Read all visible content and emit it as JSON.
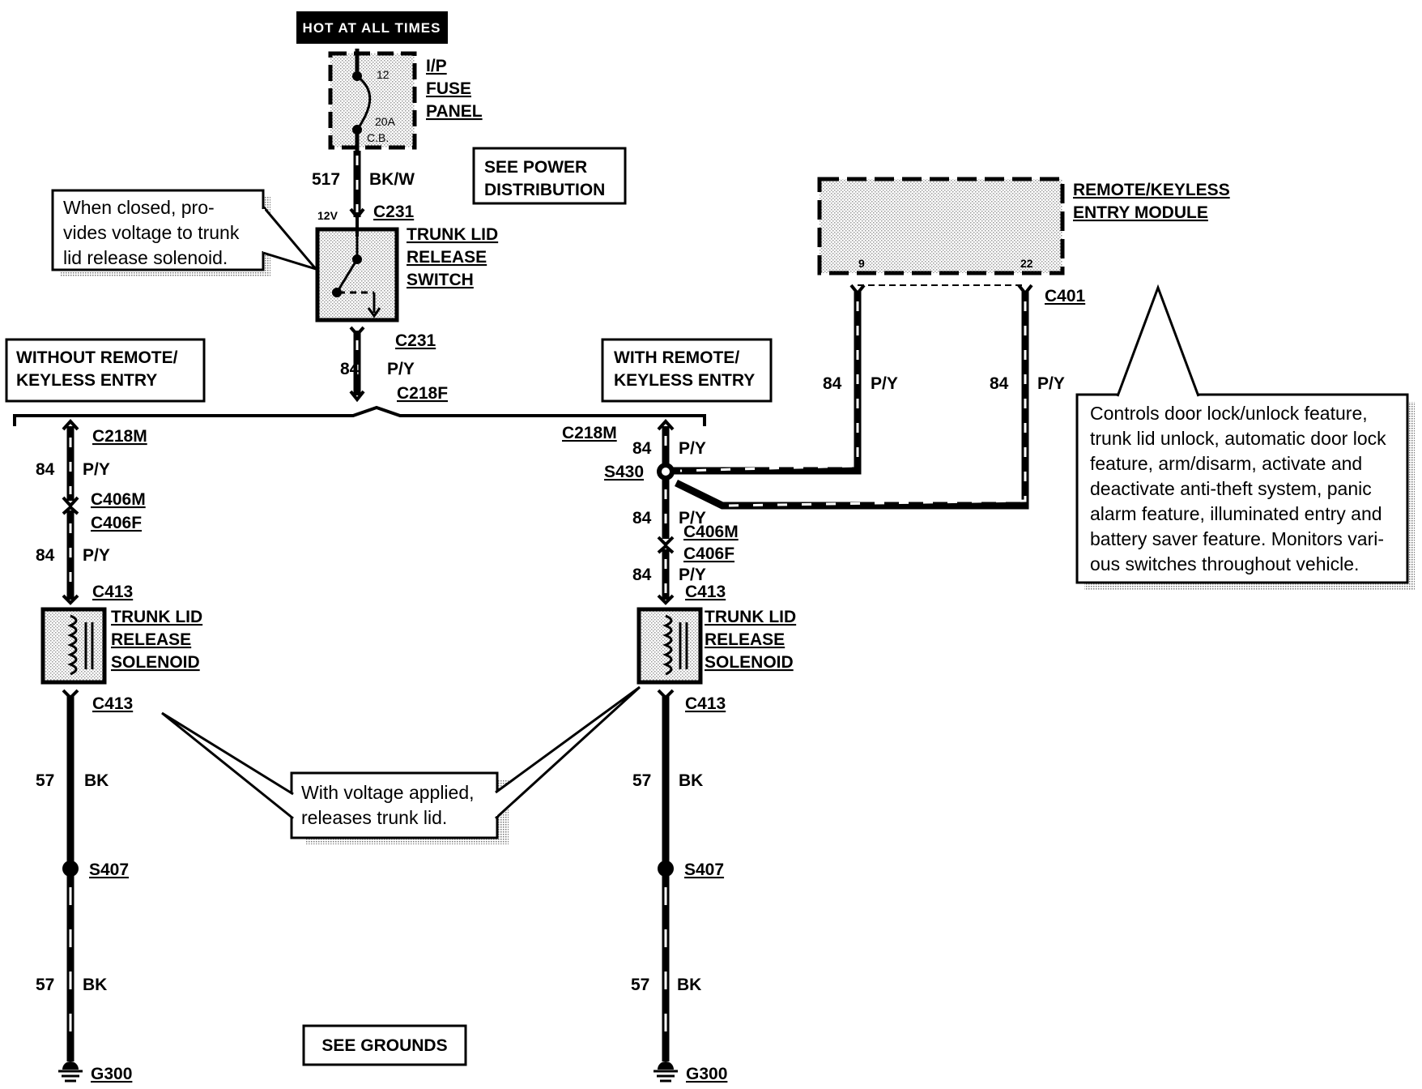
{
  "header": {
    "hot_at_all_times": "HOT AT ALL TIMES"
  },
  "fuse_panel": {
    "line1": "I/P",
    "line2": "FUSE",
    "line3": "PANEL",
    "fuse_number": "12",
    "rating": "20A",
    "type": "C.B."
  },
  "wire_517": {
    "circuit": "517",
    "color": "BK/W"
  },
  "see_power": {
    "line1": "SEE POWER",
    "line2": "DISTRIBUTION"
  },
  "notes": {
    "switch_note": [
      "When  closed,  pro-",
      "vides voltage to trunk",
      "lid release solenoid."
    ],
    "module_note": [
      "Controls door lock/unlock feature,",
      "trunk lid unlock, automatic door lock",
      "feature,  arm/disarm,  activate  and",
      "deactivate anti-theft system, panic",
      "alarm feature, illuminated entry and",
      "battery saver feature. Monitors vari-",
      "ous switches throughout vehicle."
    ],
    "solenoid_note": [
      "With voltage applied,",
      "releases trunk lid."
    ]
  },
  "switch": {
    "voltage": "12V",
    "connector_top": "C231",
    "line1": "TRUNK LID",
    "line2": "RELEASE",
    "line3": "SWITCH",
    "connector_bottom": "C231",
    "connector_f": "C218F"
  },
  "wire_84": {
    "circuit": "84",
    "color": "P/Y"
  },
  "variants": {
    "without": {
      "line1": "WITHOUT REMOTE/",
      "line2": "KEYLESS ENTRY"
    },
    "with": {
      "line1": "WITH REMOTE/",
      "line2": "KEYLESS ENTRY"
    }
  },
  "module": {
    "line1": "REMOTE/KEYLESS",
    "line2": "ENTRY MODULE",
    "pin_a": "9",
    "pin_b": "22",
    "connector": "C401"
  },
  "connectors": {
    "c218m": "C218M",
    "c406m": "C406M",
    "c406f": "C406F",
    "c413": "C413",
    "s430": "S430",
    "s407": "S407",
    "g300": "G300"
  },
  "solenoid": {
    "line1": "TRUNK LID",
    "line2": "RELEASE",
    "line3": "SOLENOID"
  },
  "wire_57": {
    "circuit": "57",
    "color": "BK"
  },
  "see_grounds": "SEE GROUNDS"
}
